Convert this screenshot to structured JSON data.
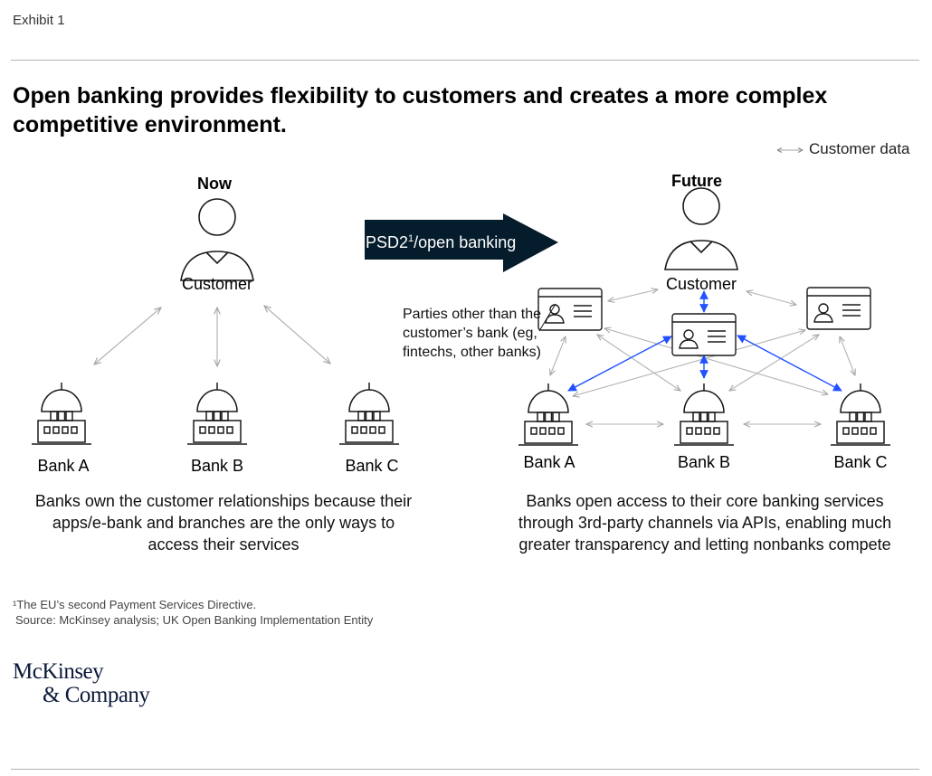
{
  "exhibit": "Exhibit 1",
  "title": "Open banking provides flexibility to customers and creates a more complex competitive environment.",
  "legend": {
    "label": "Customer data"
  },
  "now": {
    "title": "Now",
    "customer_label": "Customer",
    "banks": [
      "Bank A",
      "Bank B",
      "Bank C"
    ],
    "description": "Banks own the customer relationships because their apps/e-bank and branches are the only ways to access their services"
  },
  "transition": {
    "label_main": "PSD2",
    "label_sup": "1",
    "label_rest": "/open banking"
  },
  "future": {
    "title": "Future",
    "customer_label": "Customer",
    "banks": [
      "Bank A",
      "Bank B",
      "Bank C"
    ],
    "parties_label": "Parties other than the customer’s bank (eg, fintechs, other banks)",
    "description": "Banks open access to their core banking services through 3rd-party channels via APIs, enabling much greater transparency and letting nonbanks compete"
  },
  "footnote": {
    "note": "¹The EU’s second Payment Services Directive.",
    "source": "Source: McKinsey analysis; UK Open Banking Implementation Entity"
  },
  "logo": {
    "line1": "McKinsey",
    "line2": "& Company"
  },
  "colors": {
    "arrow": "#051c2c",
    "api_link": "#2251ff",
    "data_link": "#b3b3b3",
    "ink": "#1a1a1a"
  },
  "icons": [
    "person-icon",
    "bank-building-icon",
    "id-card-icon",
    "double-arrow-icon"
  ]
}
